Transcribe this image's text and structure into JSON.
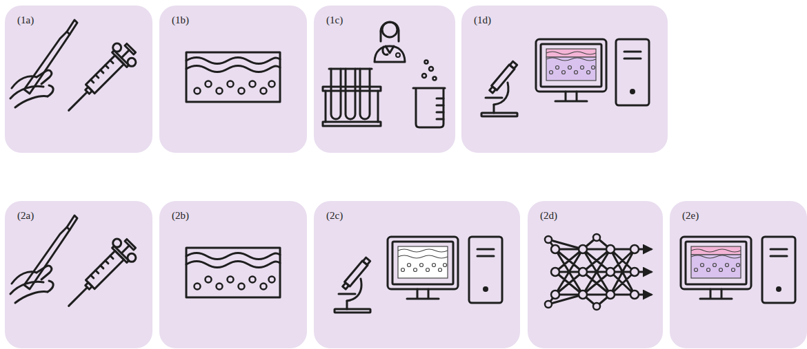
{
  "diagram": {
    "nodes": [
      {
        "text": [
          "(1a)"
        ]
      },
      {
        "text": [
          "(1b)"
        ]
      },
      {
        "text": [
          "(1c)"
        ]
      },
      {
        "text": [
          "(1d)"
        ]
      },
      {
        "text": [
          "(2a)"
        ]
      },
      {
        "text": [
          "(2b)"
        ]
      },
      {
        "text": [
          "(2c)"
        ]
      },
      {
        "text": [
          "(2d)"
        ]
      },
      {
        "text": [
          "(2e)"
        ]
      }
    ]
  }
}
